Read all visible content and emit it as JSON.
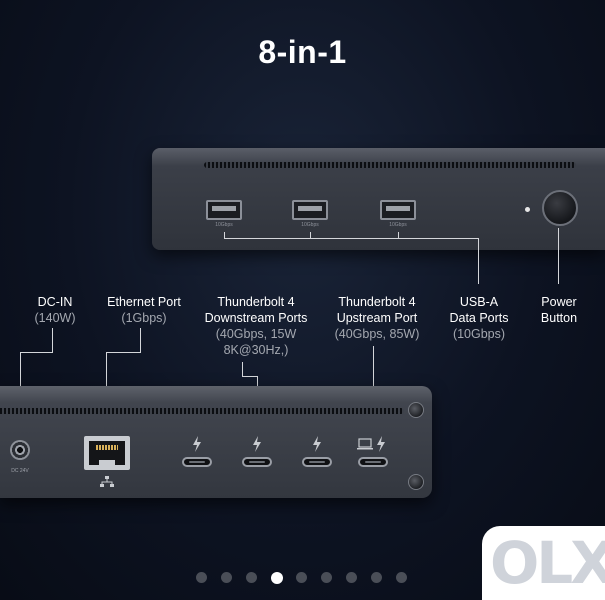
{
  "title": "8-in-1",
  "callouts": {
    "dc_in": {
      "line1": "DC-IN",
      "line2": "(140W)"
    },
    "ethernet": {
      "line1": "Ethernet Port",
      "line2": "(1Gbps)"
    },
    "tb4_downstream": {
      "line1": "Thunderbolt 4",
      "line2": "Downstream Ports",
      "line3": "(40Gbps,  15W",
      "line4": "8K@30Hz,)"
    },
    "tb4_upstream": {
      "line1": "Thunderbolt 4",
      "line2": "Upstream Port",
      "line3": "(40Gbps, 85W)"
    },
    "usb_a": {
      "line1": "USB-A",
      "line2": "Data Ports",
      "line3": "(10Gbps)"
    },
    "power": {
      "line1": "Power",
      "line2": "Button"
    }
  },
  "device_labels": {
    "dc_jack_label": "DC 24V",
    "usb_a_port_label": "10Gbps"
  },
  "icons": {
    "thunderbolt": "thunderbolt-icon",
    "ethernet": "ethernet-icon",
    "laptop": "laptop-icon",
    "power": "power-button-icon"
  },
  "carousel": {
    "total": 9,
    "active_index": 3
  },
  "watermark": "OLX",
  "colors": {
    "background": "#0d1322",
    "callout_line": "#d4d6da",
    "spec_text": "#a4a8b0",
    "device_body": "#33373f"
  }
}
